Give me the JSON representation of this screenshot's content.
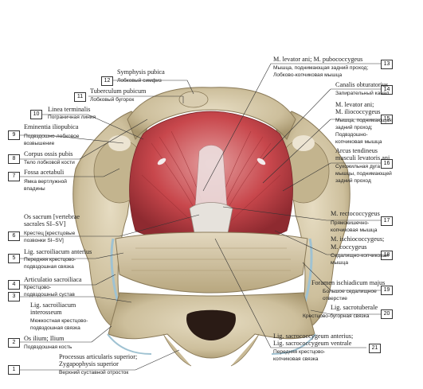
{
  "labels": {
    "l1": {
      "num": "1",
      "lat": [
        "Processus articularis superior;",
        "Zygapophysis superior"
      ],
      "ru": [
        "Верхний суставной отросток"
      ]
    },
    "l2": {
      "num": "2",
      "lat": [
        "Os ilium; Ilium"
      ],
      "ru": [
        "Подвздошная кость"
      ]
    },
    "l3": {
      "num": "3",
      "lat": [
        "Lig. sacroiliacum",
        "interosseum"
      ],
      "ru": [
        "Межкостная крестцово-",
        "подвздошная связка"
      ]
    },
    "l4": {
      "num": "4",
      "lat": [
        "Articulatio sacroiliaca"
      ],
      "ru": [
        "Крестцово-",
        "подвздошный сустав"
      ]
    },
    "l5": {
      "num": "5",
      "lat": [
        "Lig. sacroiliacum anterius"
      ],
      "ru": [
        "Передняя крестцово-",
        "подвздошная связка"
      ]
    },
    "l6": {
      "num": "6",
      "lat": [
        "Os sacrum [vertebrae",
        "sacrales SI–SV]"
      ],
      "ru": [
        "Крестец [крестцовые",
        "позвонки SI–SV]"
      ]
    },
    "l7": {
      "num": "7",
      "lat": [
        "Fossa acetabuli"
      ],
      "ru": [
        "Ямка вертлужной",
        "впадины"
      ]
    },
    "l8": {
      "num": "8",
      "lat": [
        "Corpus ossis pubis"
      ],
      "ru": [
        "Тело лобковой кости"
      ]
    },
    "l9": {
      "num": "9",
      "lat": [
        "Eminentia iliopubica"
      ],
      "ru": [
        "Подвздошно-лобковое",
        "возвышение"
      ]
    },
    "l10": {
      "num": "10",
      "lat": [
        "Linea terminalis"
      ],
      "ru": [
        "Пограничная линия"
      ]
    },
    "l11": {
      "num": "11",
      "lat": [
        "Tuberculum pubicum"
      ],
      "ru": [
        "Лобковый бугорок"
      ]
    },
    "l12": {
      "num": "12",
      "lat": [
        "Symphysis pubica"
      ],
      "ru": [
        "Лобковый симфиз"
      ]
    },
    "l13": {
      "num": "13",
      "lat": [
        "M. levator ani; M. pubococcygeus"
      ],
      "ru": [
        "Мышца, поднимающая задний проход;",
        "Лобково-копчиковая мышца"
      ]
    },
    "l14": {
      "num": "14",
      "lat": [
        "Canalis obturatorius"
      ],
      "ru": [
        "Запирательный канал"
      ]
    },
    "l15": {
      "num": "15",
      "lat": [
        "M. levator ani;",
        "M. iliococcygeus"
      ],
      "ru": [
        "Мышца, поднимающая",
        "задний проход;",
        "Подвздошно-",
        "копчиковая мышца"
      ]
    },
    "l16": {
      "num": "16",
      "lat": [
        "Arcus tendineus",
        "musculi levatoris ani"
      ],
      "ru": [
        "Сухожильная дуга",
        "мышцы, поднимающей",
        "задний проход"
      ]
    },
    "l17": {
      "num": "17",
      "lat": [
        "M. rectococcygeus"
      ],
      "ru": [
        "Прямокишечно-",
        "копчиковая мышца"
      ]
    },
    "l18": {
      "num": "18",
      "lat": [
        "M. ischiococcygeus;",
        "M. coccygeus"
      ],
      "ru": [
        "Седалищно-копчиковая",
        "мышца"
      ]
    },
    "l19": {
      "num": "19",
      "lat": [
        "Foramen ischiadicum majus"
      ],
      "ru": [
        "Большое седалищное",
        "отверстие"
      ]
    },
    "l20": {
      "num": "20",
      "lat": [
        "Lig. sacrotuberale"
      ],
      "ru": [
        "Крестцово-бугорная связка"
      ]
    },
    "l21": {
      "num": "21",
      "lat": [
        "Lig. sacrococcygeum anterius;",
        "Lig. sacrococcygeum ventrale"
      ],
      "ru": [
        "Передняя крестцово-",
        "копчиковая связка"
      ]
    }
  },
  "colors": {
    "bone": "#cdbf9c",
    "bone_dark": "#9a8a68",
    "muscle": "#c8474c",
    "muscle_light": "#e08a8a",
    "tendon": "#e9e2dc",
    "cartilage": "#cfe0e8"
  }
}
